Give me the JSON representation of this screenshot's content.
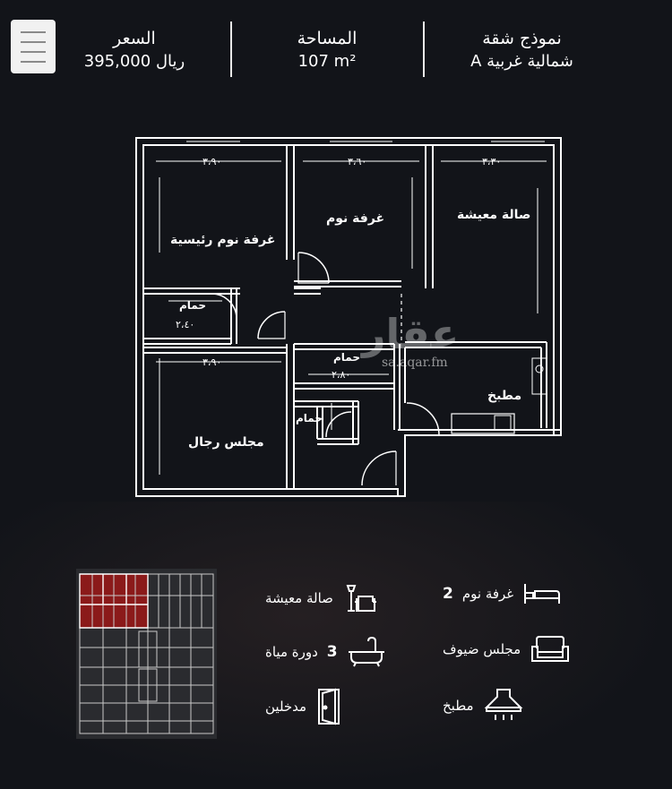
{
  "header": {
    "model_title": "نموذج شقة",
    "model_name": "A شمالية غربية",
    "area_label": "المساحة",
    "area_value": "107 m²",
    "price_label": "السعر",
    "price_value": "395,000 ريال"
  },
  "floorplan": {
    "rooms": {
      "master_bedroom": "غرفة نوم رئيسية",
      "bedroom": "غرفة نوم",
      "living_hall": "صالة معيشة",
      "bath_1": "حمام",
      "bath_2": "حمام",
      "bath_3": "حمام",
      "kitchen": "مطبخ",
      "men_majlis": "مجلس رجال"
    },
    "dimensions": {
      "d1": "٣،٩٠",
      "d2": "٣،٦٠",
      "d3": "٣،٣٠",
      "d4": "٢،٤٠",
      "d5": "٢،٨٠",
      "d6": "٣،٩٠"
    },
    "watermark_ar": "عقار",
    "watermark_en": "sa.aqar.fm"
  },
  "features": {
    "bedrooms": {
      "count": "2",
      "label": "غرفة نوم",
      "icon": "bed-icon"
    },
    "living": {
      "label": "صالة معيشة",
      "icon": "armchair-lamp-icon"
    },
    "guests": {
      "label": "مجلس ضيوف",
      "icon": "sofa-icon"
    },
    "baths": {
      "count": "3",
      "label": "دورة مياة",
      "icon": "bathtub-icon"
    },
    "kitchen": {
      "label": "مطبخ",
      "icon": "range-hood-icon"
    },
    "entrances": {
      "label": "مدخلين",
      "icon": "door-icon"
    }
  },
  "colors": {
    "background": "#121419",
    "accent_highlight": "#8b1a1a",
    "line": "#ffffff"
  }
}
